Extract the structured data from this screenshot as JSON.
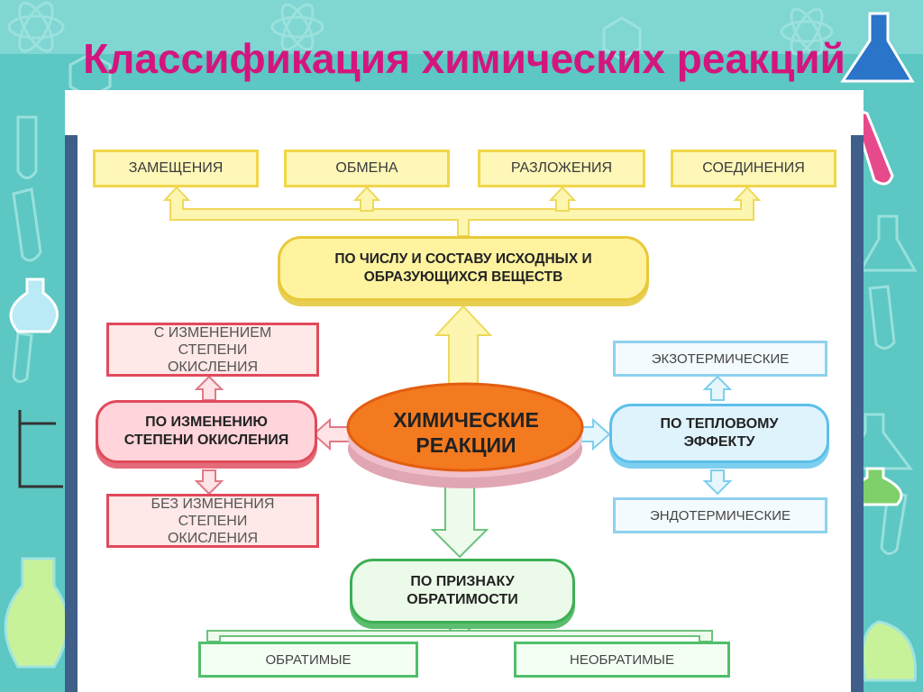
{
  "title": "Классификация химических реакций",
  "diagram": {
    "center": "ХИМИЧЕСКИЕ РЕАКЦИИ",
    "composition": {
      "label": "ПО ЧИСЛУ И СОСТАВУ ИСХОДНЫХ И ОБРАЗУЮЩИХСЯ ВЕЩЕСТВ",
      "children": [
        "ЗАМЕЩЕНИЯ",
        "ОБМЕНА",
        "РАЗЛОЖЕНИЯ",
        "СОЕДИНЕНИЯ"
      ]
    },
    "oxidation": {
      "label": "ПО ИЗМЕНЕНИЮ СТЕПЕНИ ОКИСЛЕНИЯ",
      "children": [
        "С ИЗМЕНЕНИЕМ СТЕПЕНИ ОКИСЛЕНИЯ",
        "БЕЗ ИЗМЕНЕНИЯ СТЕПЕНИ ОКИСЛЕНИЯ"
      ]
    },
    "thermal": {
      "label": "ПО ТЕПЛОВОМУ ЭФФЕКТУ",
      "children": [
        "ЭКЗОТЕРМИЧЕСКИЕ",
        "ЭНДОТЕРМИЧЕСКИЕ"
      ]
    },
    "reversibility": {
      "label": "ПО ПРИЗНАКУ ОБРАТИМОСТИ",
      "children": [
        "ОБРАТИМЫЕ",
        "НЕОБРАТИМЫЕ"
      ]
    }
  },
  "colors": {
    "title": "#d4157e",
    "background": "#5cc7c3",
    "center": "#f47a20",
    "yellow": "#f1d648",
    "red": "#e04a5a",
    "blue": "#5dc0ea",
    "green": "#3daf55"
  }
}
